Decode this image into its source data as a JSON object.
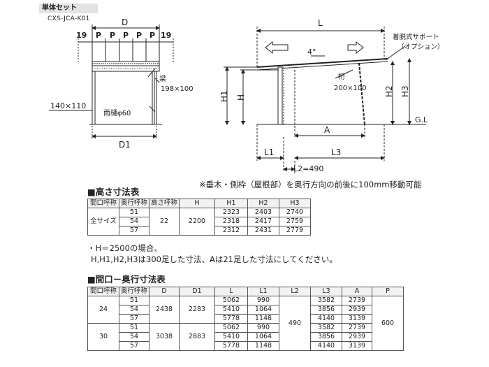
{
  "header": {
    "tag": "単体セット",
    "model": "CXS-JCA-K01"
  },
  "front": {
    "dims_top": [
      "19",
      "P",
      "P",
      "P",
      "P",
      "P",
      "19"
    ],
    "D": "D",
    "beam_label": "梁",
    "beam_size": "198×100",
    "gutter": "雨樋φ60",
    "post": "140×110",
    "D1": "D1"
  },
  "side": {
    "L": "L",
    "support_line1": "着脱式サポート",
    "support_line2": "（オプション）",
    "angle": "4°",
    "girder_label": "桁",
    "girder_size": "200×100",
    "H": "H",
    "H1": "H1",
    "H2": "H2",
    "H3": "H3",
    "GL": "G.L",
    "A": "A",
    "L1": "L1",
    "L3": "L3",
    "L2": "L2=490"
  },
  "side_note": "※垂木・側枠（屋根部）を奥行方向の前後に100mm移動可能",
  "height_table": {
    "title": "■高さ寸法表",
    "headers": [
      "間口呼称",
      "奥行呼称",
      "高さ呼称",
      "H",
      "H1",
      "H2",
      "H3"
    ],
    "group": "全サイズ",
    "height_code": "22",
    "H": "2200",
    "rows": [
      {
        "depth": "51",
        "H1": "2323",
        "H2": "2403",
        "H3": "2740"
      },
      {
        "depth": "54",
        "H1": "2318",
        "H2": "2417",
        "H3": "2759"
      },
      {
        "depth": "57",
        "H1": "2312",
        "H2": "2431",
        "H3": "2779"
      }
    ]
  },
  "height_note": {
    "line1": "・H＝2500の場合、",
    "line2": "H,H1,H2,H3は300足した寸法、Aは21足した寸法にしてください。"
  },
  "size_table": {
    "title": "■間口－奥行寸法表",
    "headers": [
      "間口呼称",
      "奥行呼称",
      "D",
      "D1",
      "L",
      "L1",
      "L2",
      "L3",
      "A",
      "P"
    ],
    "L2": "490",
    "P": "600",
    "groups": [
      {
        "width": "24",
        "D": "2438",
        "D1": "2283",
        "rows": [
          {
            "depth": "51",
            "L": "5062",
            "L1": "990",
            "L3": "3582",
            "A": "2739"
          },
          {
            "depth": "54",
            "L": "5410",
            "L1": "1064",
            "L3": "3856",
            "A": "2939"
          },
          {
            "depth": "57",
            "L": "5778",
            "L1": "1148",
            "L3": "4140",
            "A": "3139"
          }
        ]
      },
      {
        "width": "30",
        "D": "3038",
        "D1": "2883",
        "rows": [
          {
            "depth": "51",
            "L": "5062",
            "L1": "990",
            "L3": "3582",
            "A": "2739"
          },
          {
            "depth": "54",
            "L": "5410",
            "L1": "1064",
            "L3": "3856",
            "A": "2939"
          },
          {
            "depth": "57",
            "L": "5778",
            "L1": "1148",
            "L3": "4140",
            "A": "3139"
          }
        ]
      }
    ]
  }
}
